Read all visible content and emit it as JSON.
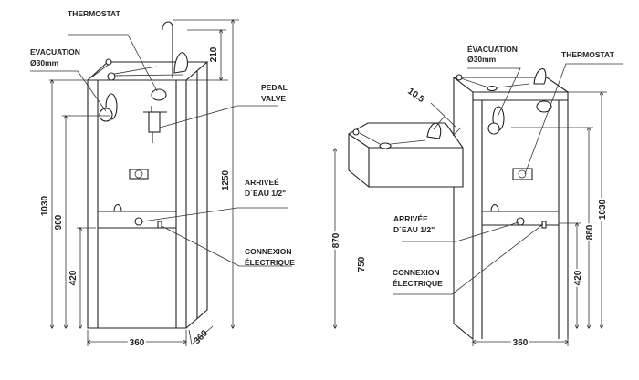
{
  "left_view": {
    "labels": {
      "thermostat": "THERMOSTAT",
      "evacuation": "EVACUATION",
      "evacuation_size": "Ø30mm",
      "pedal": "PEDAL",
      "valve": "VALVE",
      "arrivee": "ARRIVEÉ",
      "eau": "D´EAU 1/2\"",
      "connexion": "CONNEXION",
      "electrique": "ÉLECTRIQUE"
    },
    "dimensions": {
      "total_height": "1250",
      "faucet": "210",
      "body_height": "1030",
      "outlet_height": "900",
      "inlet_height": "420",
      "width": "360",
      "depth": "360"
    }
  },
  "right_view": {
    "labels": {
      "evacuation": "ÉVACUATION",
      "evacuation_size": "Ø30mm",
      "thermostat": "THERMOSTAT",
      "arrivee": "ARRIVÉE",
      "eau": "D´EAU 1/2\"",
      "connexion": "CONNEXION",
      "electrique": "ÉLECTRIQUE"
    },
    "dimensions": {
      "offset": "10.5",
      "basin_height": "870",
      "basin_bottom": "750",
      "body_height": "1030",
      "outlet_height": "880",
      "inlet_height": "420",
      "width": "360"
    }
  }
}
